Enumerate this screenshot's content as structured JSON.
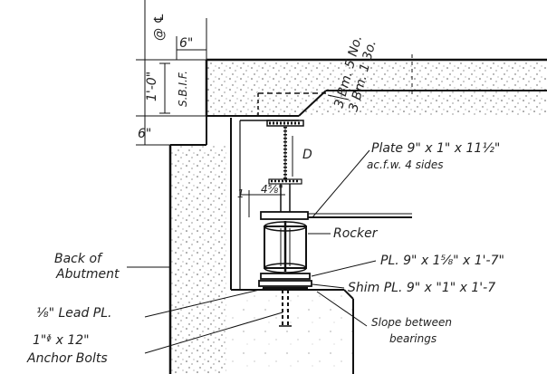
{
  "labels": {
    "plate": "Plate 9\" x 1\" x 11½\"",
    "plate_finish": "ac.f.w. 4 sides",
    "rocker": "Rocker",
    "pl_rocker": "PL. 9\" x 1⅝\" x 1'-7\"",
    "shim": "Shim PL. 9\" x \"1\" x 1'-7",
    "slope_1": "Slope between",
    "slope_2": "bearings",
    "back_1": "Back of",
    "back_2": "Abutment",
    "lead": "⅛\" Lead PL.",
    "anchor_1": "1\"ᶲ x 12\"",
    "anchor_2": "Anchor Bolts",
    "dim_top": "6\"",
    "dim_mid": "1'-0\"",
    "dim_bot": "6\"",
    "dim_sbif": "S.B.I.F.",
    "dim_centerline": "@ ℄",
    "dim_d": "D",
    "dim_4": "4⅝\"",
    "dim_1": "1",
    "bars_1": "3 Bm. 5 No.",
    "bars_2": "3 Bm. 1 3o."
  },
  "colors": {
    "ink": "#111111",
    "concrete_dot": "#555555"
  }
}
